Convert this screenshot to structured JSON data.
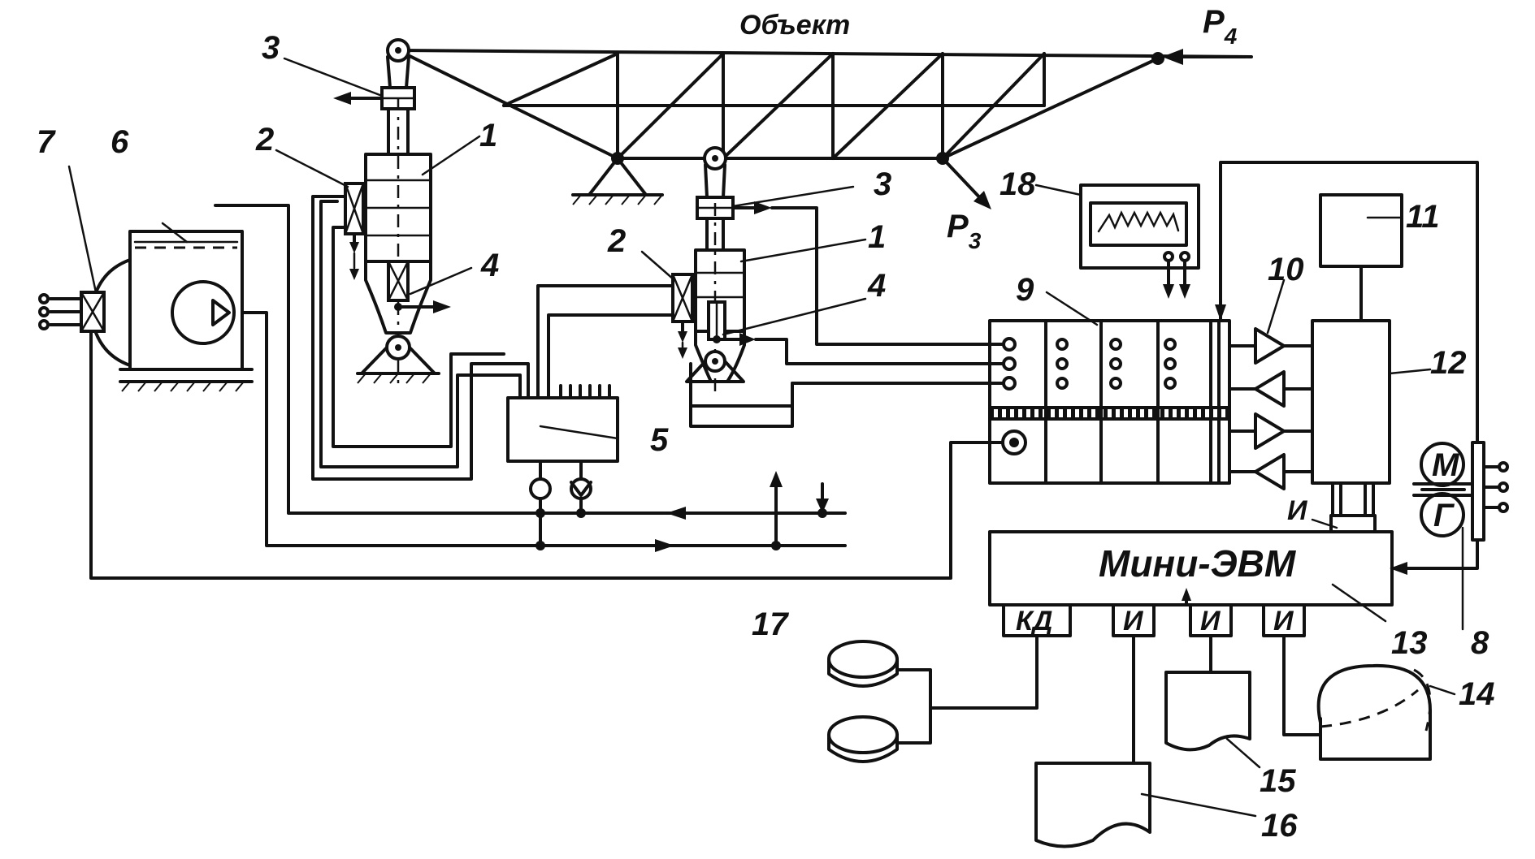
{
  "labels": {
    "object": "Объект",
    "p4_main": "P",
    "p4_sub": "4",
    "p3_main": "P",
    "p3_sub": "3",
    "mini_computer": "Мини-ЭВМ",
    "kd": "КД",
    "i1": "И",
    "i2": "И",
    "i3": "И",
    "i_gen": "И",
    "motor": "М",
    "generator": "Г"
  },
  "numbers": {
    "n1a": "1",
    "n1b": "1",
    "n2a": "2",
    "n2b": "2",
    "n3a": "3",
    "n3b": "3",
    "n4a": "4",
    "n4b": "4",
    "n5": "5",
    "n6": "6",
    "n7": "7",
    "n8": "8",
    "n9": "9",
    "n10": "10",
    "n11": "11",
    "n12": "12",
    "n13": "13",
    "n14": "14",
    "n15": "15",
    "n16": "16",
    "n17": "17",
    "n18": "18"
  }
}
